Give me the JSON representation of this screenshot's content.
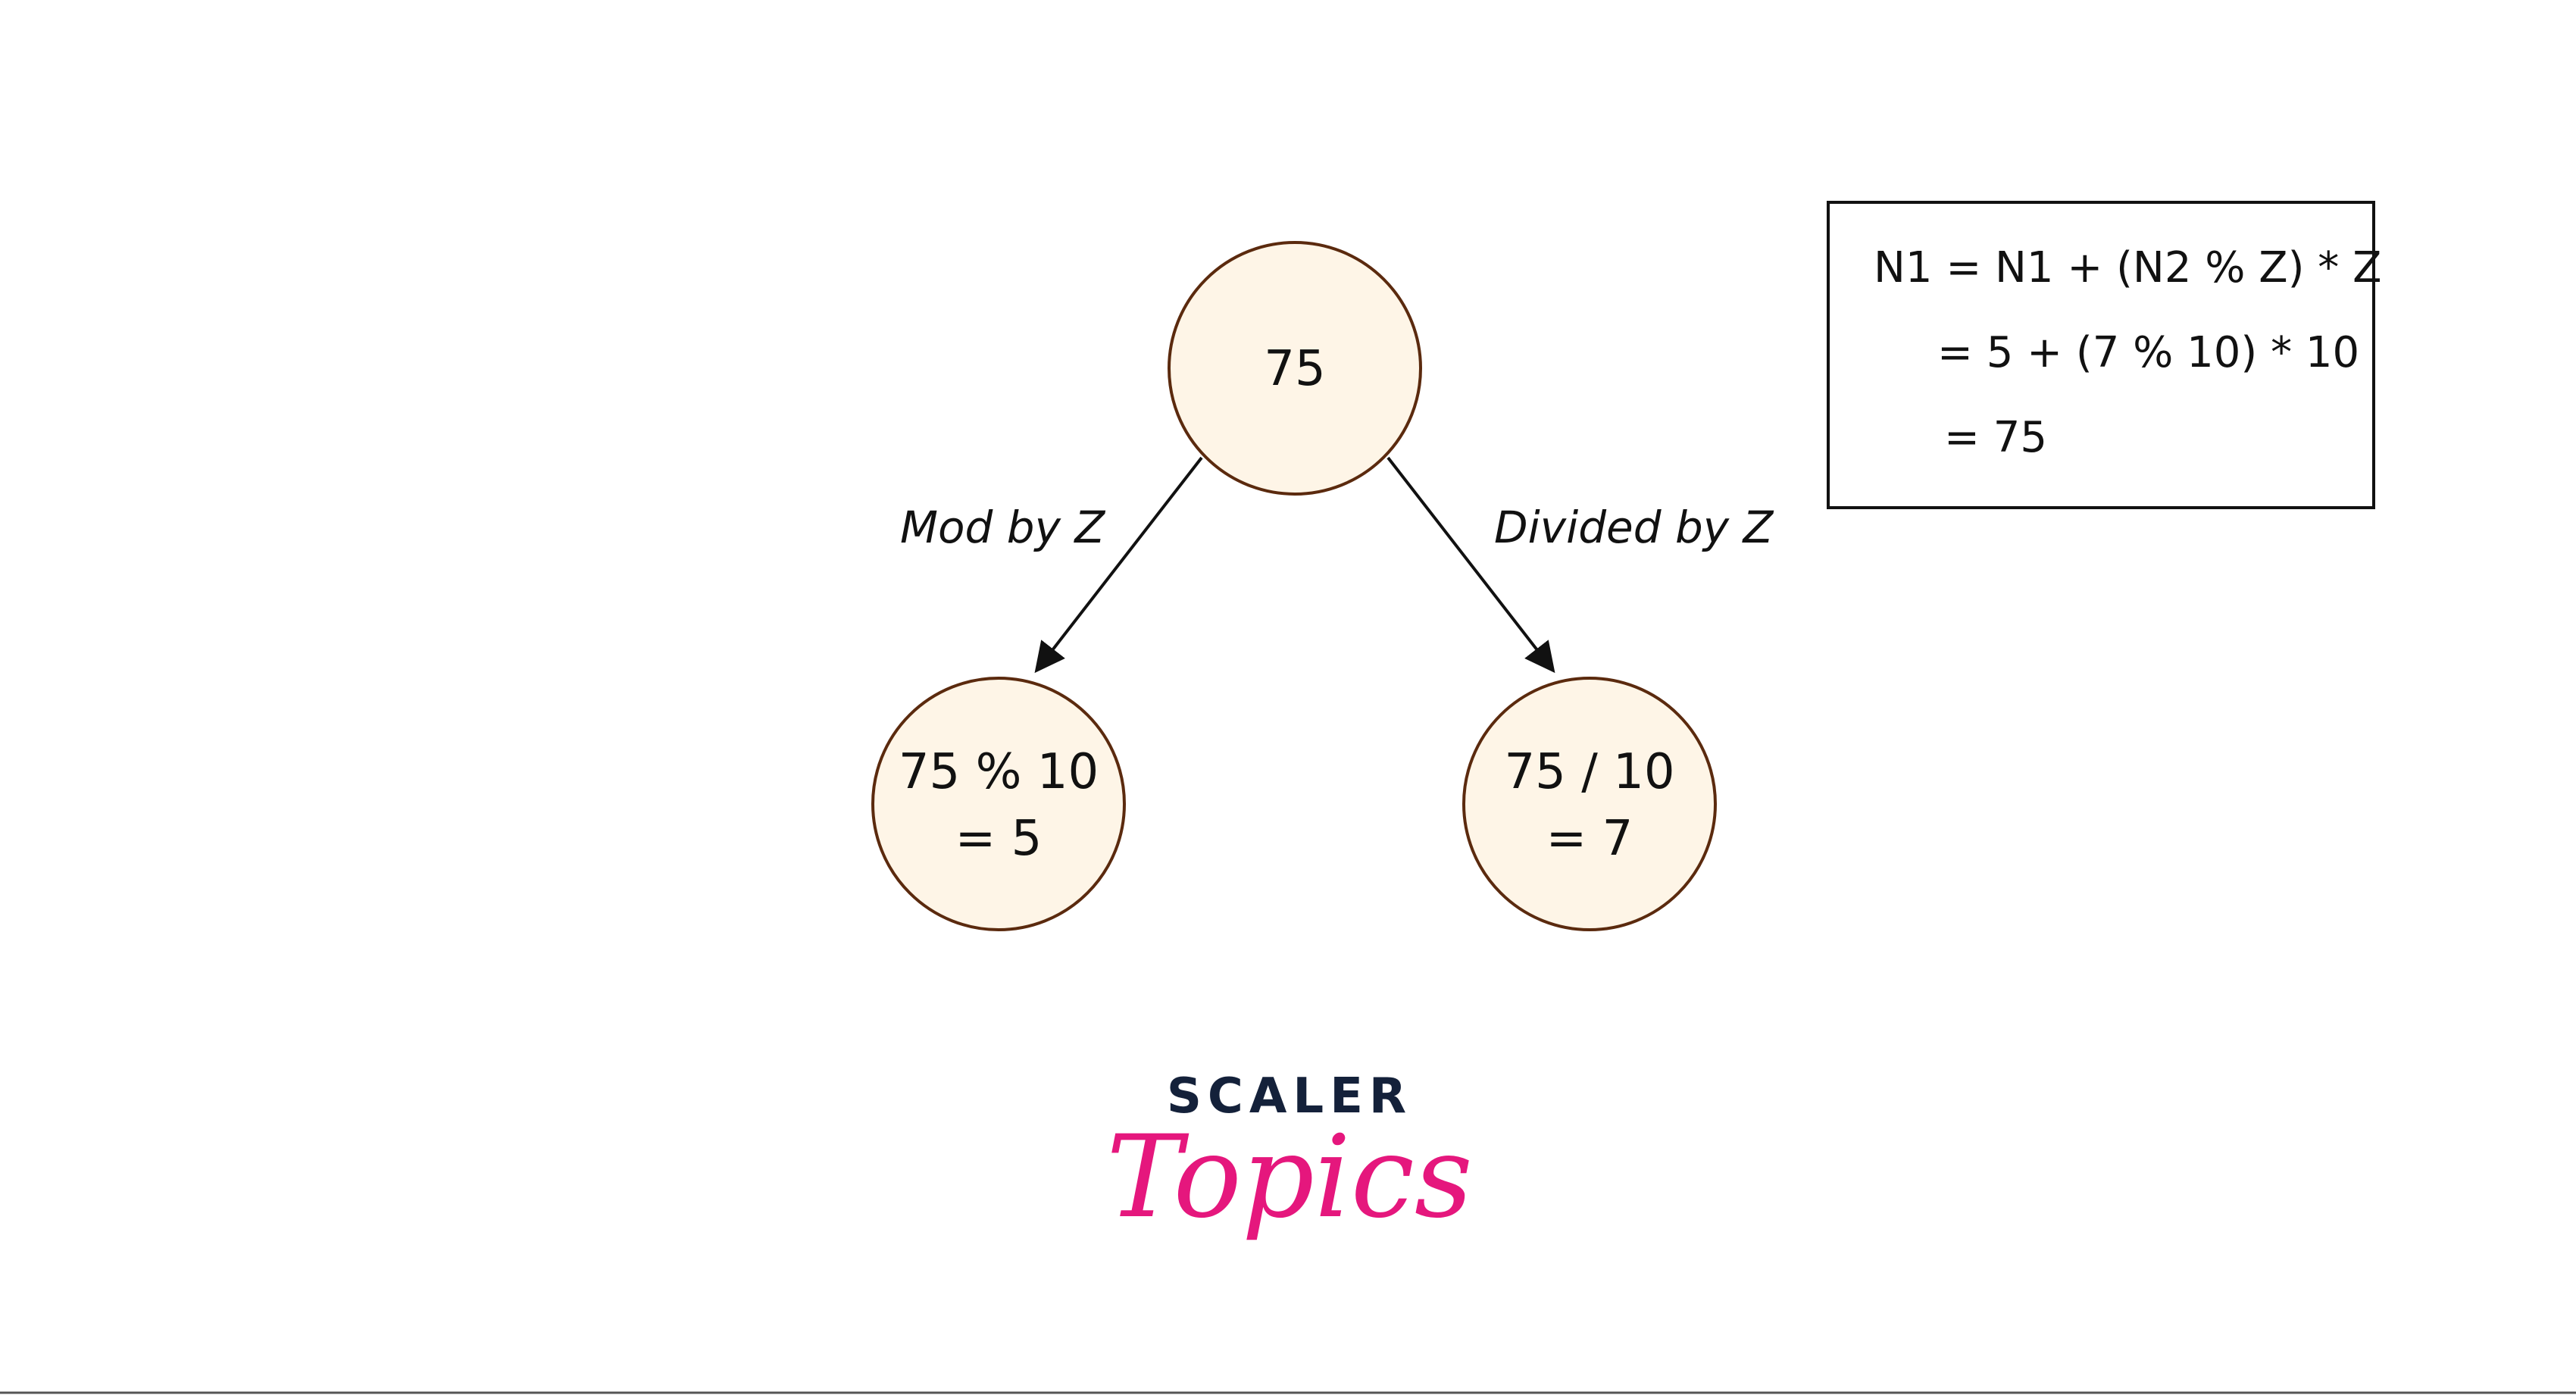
{
  "colors": {
    "node_fill": "#FEF5E7",
    "node_stroke": "#5B2A0E",
    "edge": "#111111",
    "logo_dark": "#14213A",
    "logo_accent": "#E5177D",
    "bottom_rule": "#555555"
  },
  "nodes": {
    "root": {
      "line1": "75"
    },
    "left": {
      "line1": "75 % 10",
      "line2": "= 5"
    },
    "right": {
      "line1": "75 / 10",
      "line2": "= 7"
    }
  },
  "edges": {
    "left_label": "Mod by Z",
    "right_label": "Divided by Z"
  },
  "formula": {
    "line1": "N1 = N1 + (N2 % Z) * Z",
    "line2": "= 5 + (7 % 10) * 10",
    "line3": "= 75"
  },
  "logo": {
    "top": "SCALER",
    "script": "Topics"
  }
}
